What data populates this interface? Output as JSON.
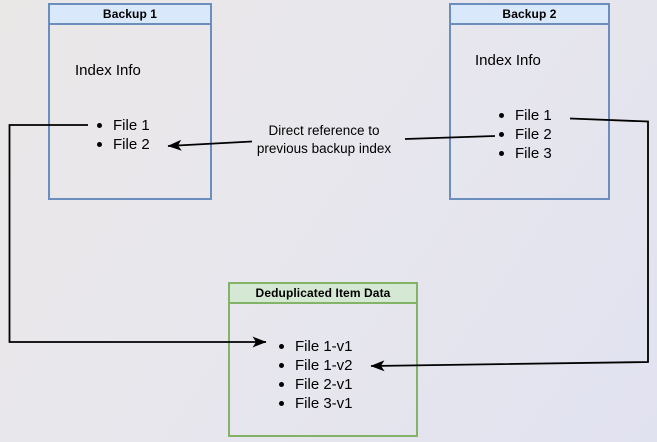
{
  "diagram": {
    "backup1": {
      "title": "Backup 1",
      "subtitle": "Index Info",
      "files": [
        "File 1",
        "File 2"
      ]
    },
    "backup2": {
      "title": "Backup 2",
      "subtitle": "Index Info",
      "files": [
        "File 1",
        "File 2",
        "File 3"
      ]
    },
    "dedup": {
      "title": "Deduplicated Item Data",
      "files": [
        "File 1-v1",
        "File 1-v2",
        "File 2-v1",
        "File 3-v1"
      ]
    },
    "edge_label": {
      "line1": "Direct reference to",
      "line2": "previous backup index"
    },
    "colors": {
      "blue_fill": "#dae8fc",
      "blue_border": "#6c8ebf",
      "green_fill": "#d5e8d4",
      "green_border": "#82b366",
      "arrow_color": "#000000"
    }
  }
}
